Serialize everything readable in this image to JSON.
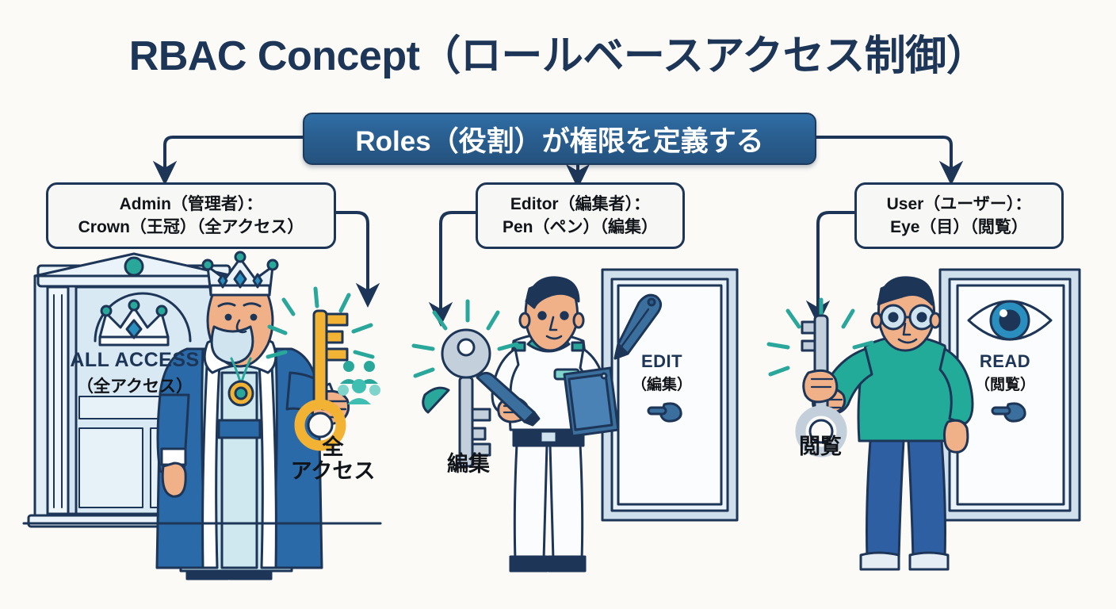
{
  "page": {
    "title": "RBAC Concept（ロールベースアクセス制御）",
    "background_color": "#fbfaf7"
  },
  "banner": {
    "label": "Roles（役割）が権限を定義する",
    "fill_color": "#2a5f91",
    "text_color": "#ffffff"
  },
  "roles": [
    {
      "id": "admin",
      "box_line1": "Admin（管理者）：",
      "box_line2": "Crown（王冠）（全アクセス）",
      "key_label_line1": "全",
      "key_label_line2": "アクセス",
      "key_color": "#f2b233",
      "door_en": "ALL ACCESS",
      "door_jp": "（全アクセス）",
      "door_icon": "crown-icon",
      "figure": "king-figure",
      "accent_color": "#2a6aa8"
    },
    {
      "id": "editor",
      "box_line1": "Editor（編集者）：",
      "box_line2": "Pen（ペン）（編集）",
      "key_label_line1": "編集",
      "key_label_line2": "",
      "key_color": "#b9c6d0",
      "door_en": "EDIT",
      "door_jp": "（編集）",
      "door_icon": "pen-icon",
      "figure": "editor-figure",
      "accent_color": "#3a6f9e"
    },
    {
      "id": "user",
      "box_line1": "User（ユーザー）：",
      "box_line2": "Eye（目）（閲覧）",
      "key_label_line1": "閲覧",
      "key_label_line2": "",
      "key_color": "#c3d0db",
      "door_en": "READ",
      "door_jp": "（閲覧）",
      "door_icon": "eye-icon",
      "figure": "user-figure",
      "accent_color": "#2aa79b"
    }
  ],
  "palette": {
    "outline": "#1d3557",
    "title_color": "#1d3557",
    "sparkle": "#2aa79b",
    "gold": "#f2b233",
    "skin": "#f0b189",
    "door_panel": "#dce9f2",
    "user_shirt": "#22ab99",
    "user_pants": "#2f5fa3",
    "king_robe": "#2a6aa8"
  }
}
